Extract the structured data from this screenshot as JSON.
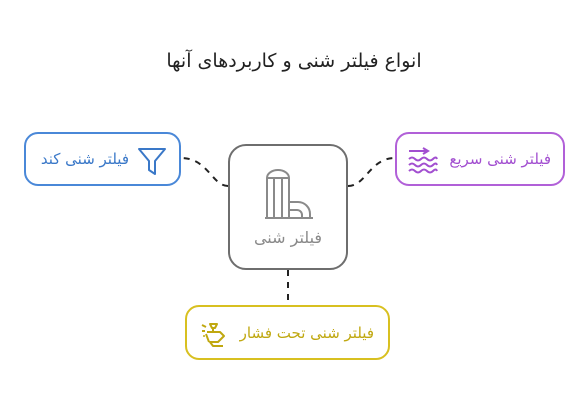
{
  "diagram": {
    "title": "انواع فیلتر شنی و کاربردهای آنها",
    "center": {
      "label": "فیلتر شنی",
      "icon": "silo-pipe-icon"
    },
    "nodes": {
      "slow": {
        "label": "فیلتر شنی کند",
        "icon": "funnel-icon"
      },
      "fast": {
        "label": "فیلتر شنی سریع",
        "icon": "fast-water-icon"
      },
      "pressure": {
        "label": "فیلتر شنی تحت فشار",
        "icon": "pressure-spray-icon"
      }
    },
    "colors": {
      "center": "#6e6e6e",
      "slow": "#4a88d8",
      "fast": "#b160d8",
      "pressure": "#d8c020",
      "connector": "#222222"
    }
  }
}
